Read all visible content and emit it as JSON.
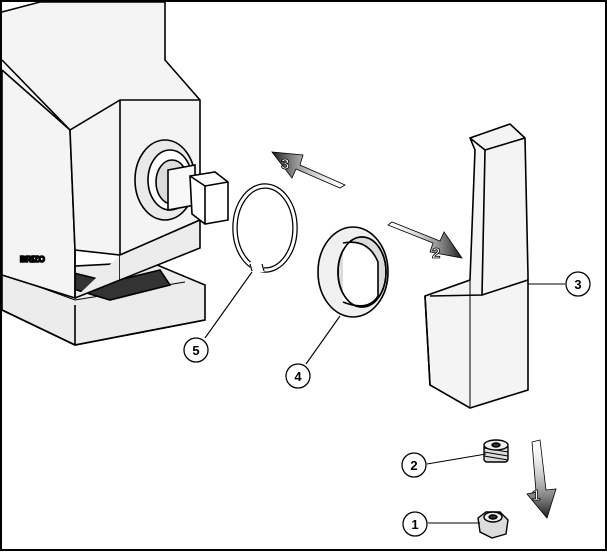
{
  "diagram": {
    "brand_mark": "BRIZO",
    "callouts": [
      {
        "id": "callout-1",
        "label": "1"
      },
      {
        "id": "callout-2",
        "label": "2"
      },
      {
        "id": "callout-3",
        "label": "3"
      },
      {
        "id": "callout-4",
        "label": "4"
      },
      {
        "id": "callout-5",
        "label": "5"
      }
    ],
    "steps": [
      {
        "id": "step-1",
        "label": "1"
      },
      {
        "id": "step-2",
        "label": "2"
      },
      {
        "id": "step-3",
        "label": "3"
      }
    ],
    "colors": {
      "line": "#000000",
      "part_fill": "#f2f2f2",
      "shadow_fill": "#d6d6d6",
      "arrow_dark": "#1a1a1a"
    }
  }
}
